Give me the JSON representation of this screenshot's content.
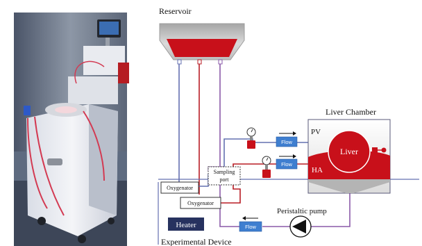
{
  "photo": {
    "description": "Photograph of the liver perfusion machine"
  },
  "diagram": {
    "reservoir_label": "Reservoir",
    "liver_chamber_label": "Liver Chamber",
    "liver_label": "Liver",
    "pv_label": "PV",
    "ha_label": "HA",
    "flow_label": "Flow",
    "sampling_port_label_line1": "Sampling",
    "sampling_port_label_line2": "port",
    "oxygenator_label": "Oxygenator",
    "heater_label": "Heater",
    "pump_label": "Peristaltic pump",
    "device_label": "Experimental Device"
  },
  "colors": {
    "blood_red": "#c8101a",
    "flow_blue": "#3f7fd0",
    "heater_navy": "#27325f",
    "line_blue": "#6470b0",
    "line_purple": "#8a5aa8",
    "line_red": "#b81c24",
    "chamber_grey": "#b4b4b4"
  }
}
